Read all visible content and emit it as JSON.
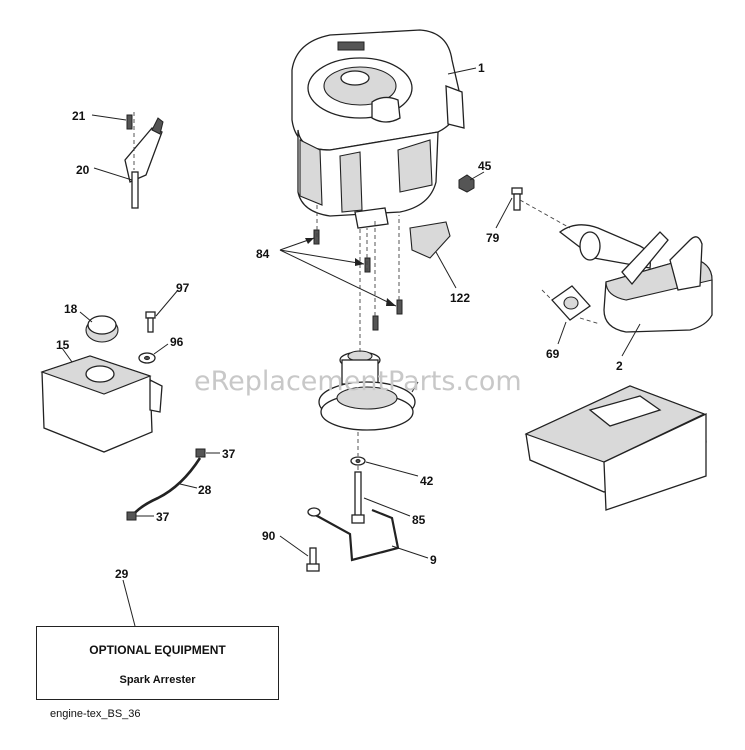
{
  "watermark": "eReplacementParts.com",
  "callouts": {
    "c1": "1",
    "c45": "45",
    "c79": "79",
    "c84": "84",
    "c122": "122",
    "c21": "21",
    "c20": "20",
    "c97": "97",
    "c18": "18",
    "c15": "15",
    "c96": "96",
    "c69": "69",
    "c2": "2",
    "c42": "42",
    "c37a": "37",
    "c28": "28",
    "c37b": "37",
    "c85": "85",
    "c90": "90",
    "c9": "9",
    "c29": "29"
  },
  "optional_box": {
    "title": "OPTIONAL EQUIPMENT",
    "subtitle": "Spark Arrester"
  },
  "caption": "engine-tex_BS_36"
}
